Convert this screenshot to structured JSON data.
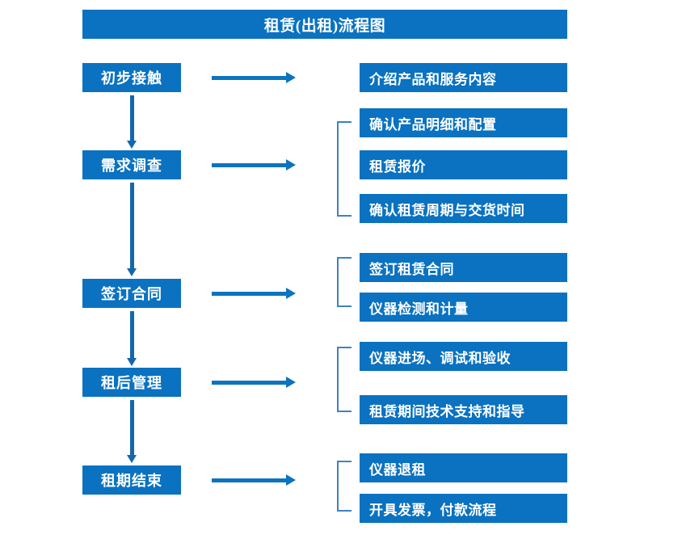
{
  "diagram": {
    "title": "租赁(出租)流程图",
    "colors": {
      "box_fill": "#0a72c0",
      "box_text": "#ffffff",
      "arrow_vertical": "#1567ad",
      "arrow_horizontal": "#0c74bf",
      "bracket": "#3f81c4",
      "background": "#ffffff"
    },
    "stages": [
      {
        "label": "初步接触"
      },
      {
        "label": "需求调查"
      },
      {
        "label": "签订合同"
      },
      {
        "label": "租后管理"
      },
      {
        "label": "租期结束"
      }
    ],
    "details": [
      {
        "label": "介绍产品和服务内容"
      },
      {
        "label": "确认产品明细和配置"
      },
      {
        "label": "租赁报价"
      },
      {
        "label": "确认租赁周期与交货时间"
      },
      {
        "label": "签订租赁合同"
      },
      {
        "label": "仪器检测和计量"
      },
      {
        "label": "仪器进场、调试和验收"
      },
      {
        "label": "租赁期间技术支持和指导"
      },
      {
        "label": "仪器退租"
      },
      {
        "label": "开具发票，付款流程"
      }
    ]
  }
}
